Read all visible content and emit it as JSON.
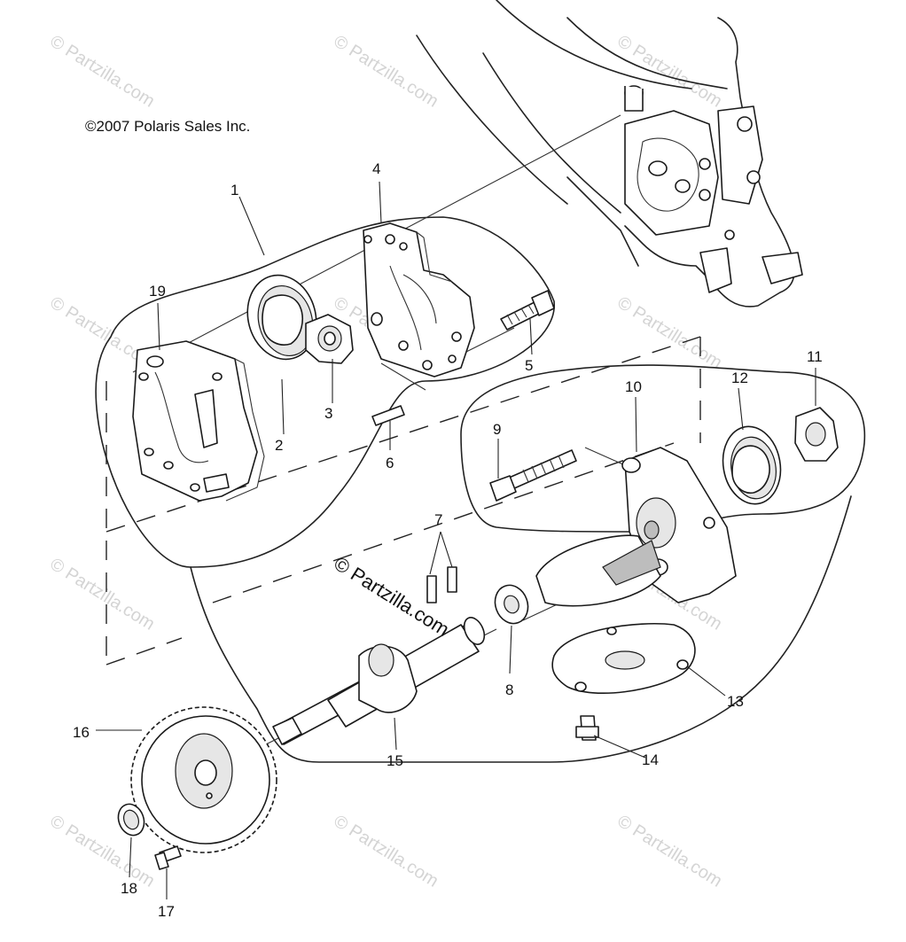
{
  "copyright": "©2007 Polaris Sales Inc.",
  "watermark": "© Partzilla.com",
  "center_watermark": "© Partzilla.com",
  "callouts": [
    "1",
    "2",
    "3",
    "4",
    "5",
    "6",
    "7",
    "8",
    "9",
    "10",
    "11",
    "12",
    "13",
    "14",
    "15",
    "16",
    "17",
    "18",
    "19"
  ],
  "colors": {
    "line": "#1a1a1a",
    "watermark": "#d4d4d4",
    "background": "#ffffff"
  }
}
